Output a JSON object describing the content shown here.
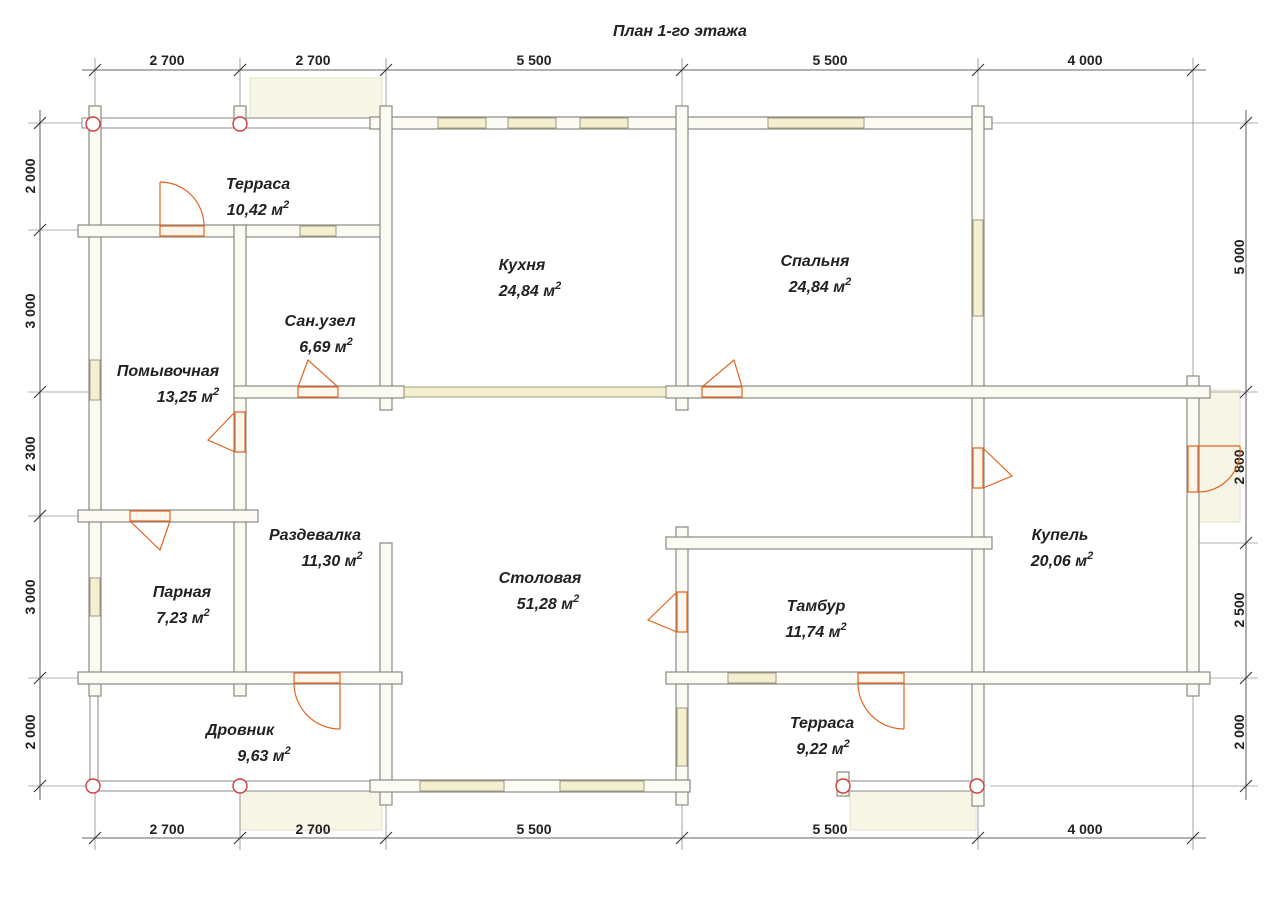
{
  "title": "План 1-го этажа",
  "rooms": [
    {
      "name": "Терраса",
      "area": "10,42 м",
      "unit_sup": "2"
    },
    {
      "name": "Кухня",
      "area": "24,84 м",
      "unit_sup": "2"
    },
    {
      "name": "Спальня",
      "area": "24,84 м",
      "unit_sup": "2"
    },
    {
      "name": "Сан.узел",
      "area": "6,69 м",
      "unit_sup": "2"
    },
    {
      "name": "Помывочная",
      "area": "13,25 м",
      "unit_sup": "2"
    },
    {
      "name": "Раздевалка",
      "area": "11,30 м",
      "unit_sup": "2"
    },
    {
      "name": "Столовая",
      "area": "51,28 м",
      "unit_sup": "2"
    },
    {
      "name": "Купель",
      "area": "20,06 м",
      "unit_sup": "2"
    },
    {
      "name": "Парная",
      "area": "7,23 м",
      "unit_sup": "2"
    },
    {
      "name": "Тамбур",
      "area": "11,74 м",
      "unit_sup": "2"
    },
    {
      "name": "Дровник",
      "area": "9,63 м",
      "unit_sup": "2"
    },
    {
      "name": "Терраса",
      "area": "9,22 м",
      "unit_sup": "2"
    }
  ],
  "dimensions": {
    "top": [
      "2 700",
      "2 700",
      "5 500",
      "5 500",
      "4 000"
    ],
    "bottom": [
      "2 700",
      "2 700",
      "5 500",
      "5 500",
      "4 000"
    ],
    "left": [
      "2 000",
      "3 000",
      "2 300",
      "3 000",
      "2 000"
    ],
    "right": [
      "5 000",
      "2 800",
      "2 500",
      "2 000"
    ]
  }
}
